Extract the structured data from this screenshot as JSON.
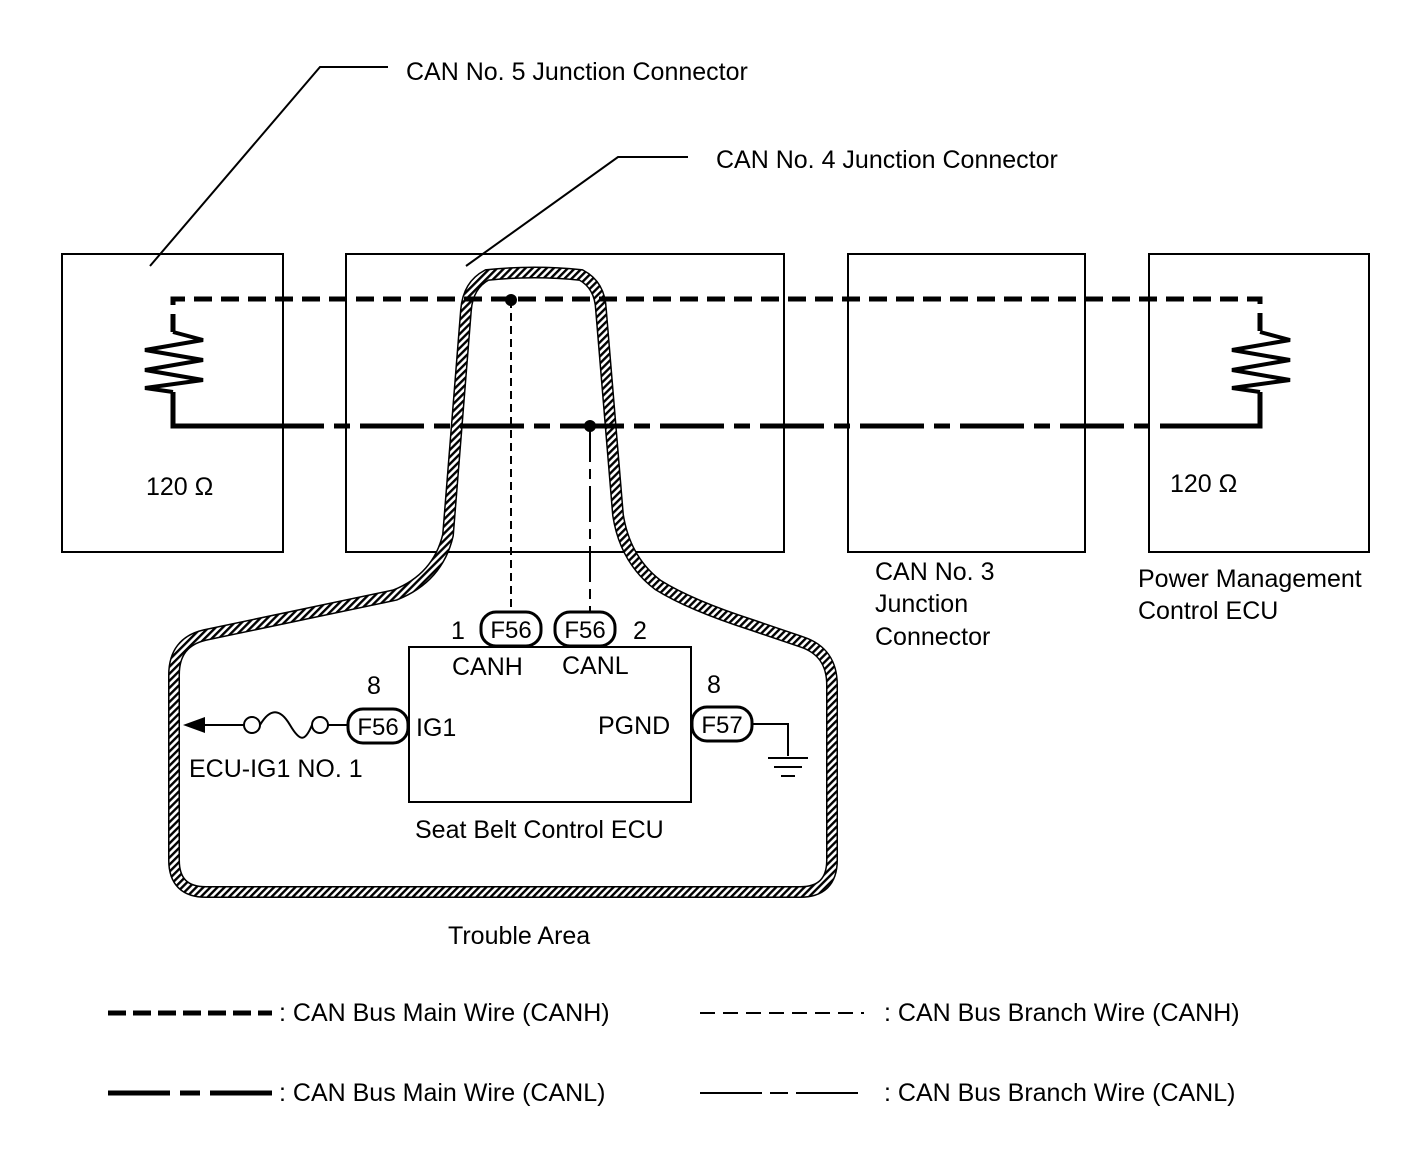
{
  "labels": {
    "can5": "CAN No. 5 Junction Connector",
    "can4": "CAN No. 4 Junction Connector",
    "can3_l1": "CAN No. 3",
    "can3_l2": "Junction",
    "can3_l3": "Connector",
    "pm_l1": "Power Management",
    "pm_l2": "Control ECU",
    "res_left": "120 Ω",
    "res_right": "120 Ω",
    "ecu_name": "Seat Belt Control ECU",
    "trouble_area": "Trouble Area",
    "ecu_ig1_fuse": "ECU-IG1 NO. 1"
  },
  "connectors": {
    "canh_conn": "F56",
    "canh_pin": "1",
    "canh_term": "CANH",
    "canl_conn": "F56",
    "canl_pin": "2",
    "canl_term": "CANL",
    "ig1_conn": "F56",
    "ig1_pin": "8",
    "ig1_term": "IG1",
    "pgnd_conn": "F57",
    "pgnd_pin": "8",
    "pgnd_term": "PGND"
  },
  "legend": {
    "main_canh": ": CAN Bus Main Wire (CANH)",
    "branch_canh": ": CAN Bus Branch Wire (CANH)",
    "main_canl": ": CAN Bus Main Wire (CANL)",
    "branch_canl": ": CAN Bus Branch Wire (CANL)"
  }
}
